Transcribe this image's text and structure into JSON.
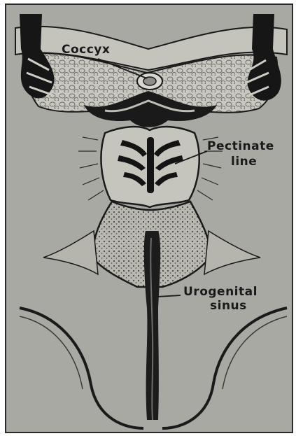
{
  "labels": {
    "coccyx": "Coccyx",
    "pectinate_line_1": "Pectinate",
    "pectinate_line_2": "line",
    "urogenital_sinus_1": "Urogenital",
    "urogenital_sinus_2": "sinus"
  },
  "colors": {
    "paper": "#a9a9a4",
    "ink": "#141414",
    "tissue_light": "#c4c3bc",
    "tissue_mid": "#8e8d88",
    "border": "#ffffff"
  }
}
